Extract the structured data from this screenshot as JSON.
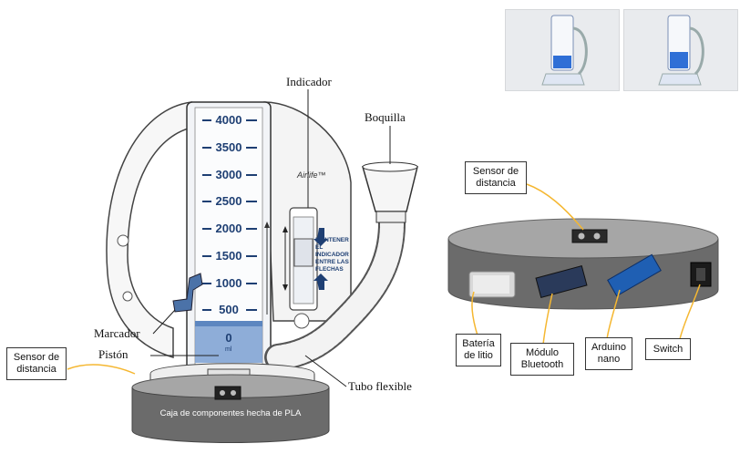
{
  "spirometer": {
    "brand": "Airlife™",
    "scale": [
      "4000",
      "3500",
      "3000",
      "2500",
      "2000",
      "1500",
      "1000",
      "500",
      "0"
    ],
    "unit": "ml",
    "instruction": [
      "MANTENER",
      "EL",
      "INDICADOR",
      "ENTRE LAS",
      "FLECHAS"
    ]
  },
  "labels": {
    "indicador": "Indicador",
    "boquilla": "Boquilla",
    "marcador": "Marcador",
    "piston": "Pistón",
    "tubo": "Tubo flexible",
    "caja": "Caja de componentes hecha de PLA"
  },
  "callouts": {
    "sensor_left": [
      "Sensor de",
      "distancia"
    ],
    "sensor_right": [
      "Sensor de",
      "distancia"
    ],
    "bateria": [
      "Batería",
      "de litio"
    ],
    "bluetooth": [
      "Módulo",
      "Bluetooth"
    ],
    "arduino": [
      "Arduino",
      "nano"
    ],
    "switch": "Switch"
  },
  "colors": {
    "accent_leader": "#f5b731",
    "scale_blue": "#1e3f73",
    "piston_blue": "#7a9fd1",
    "base_gray": "#6b6b6b"
  }
}
